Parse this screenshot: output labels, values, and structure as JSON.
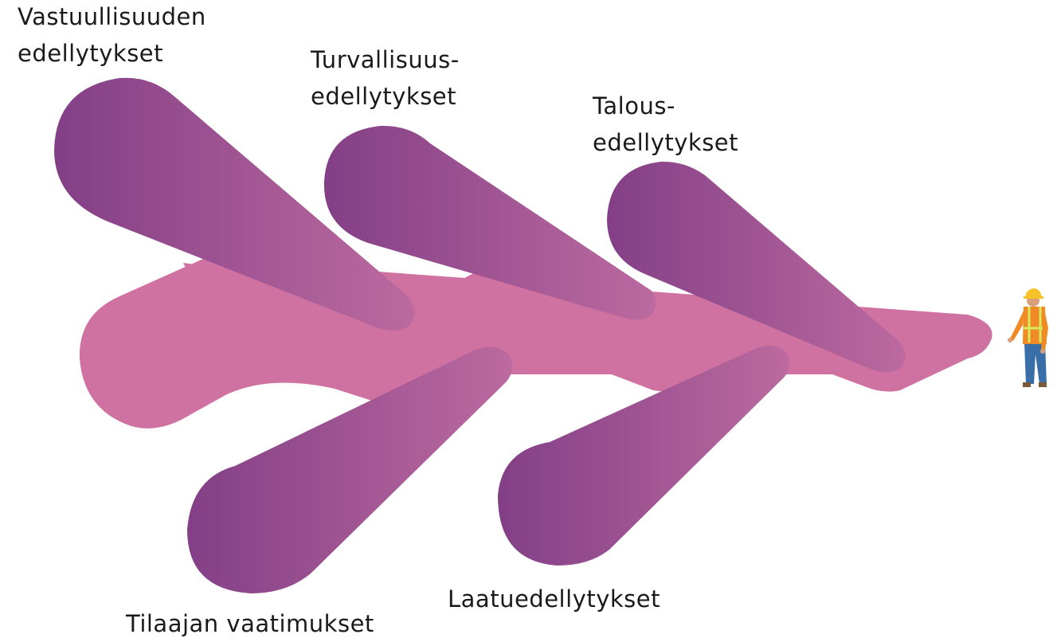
{
  "labels": {
    "vastuullisuus": [
      "Vastuullisuuden",
      "edellytykset"
    ],
    "turvallisuus": [
      "Turvallisuus-",
      "edellytykset"
    ],
    "talous": [
      "Talous-",
      "edellytykset"
    ],
    "laatu": [
      "Laatuedellytykset"
    ],
    "tilaaja": [
      "Tilaajan vaatimukset"
    ]
  },
  "colors": {
    "spine": "#cf72a2",
    "branch_dark": "#833f86",
    "branch_light": "#bc6a9f",
    "text": "#1a1a1a",
    "vest": "#f08a24",
    "vest_stripe": "#d7e85a",
    "hard_hat": "#f6c228",
    "jeans": "#3a6ea8"
  },
  "icons": {
    "worker": "construction-worker-figure"
  }
}
